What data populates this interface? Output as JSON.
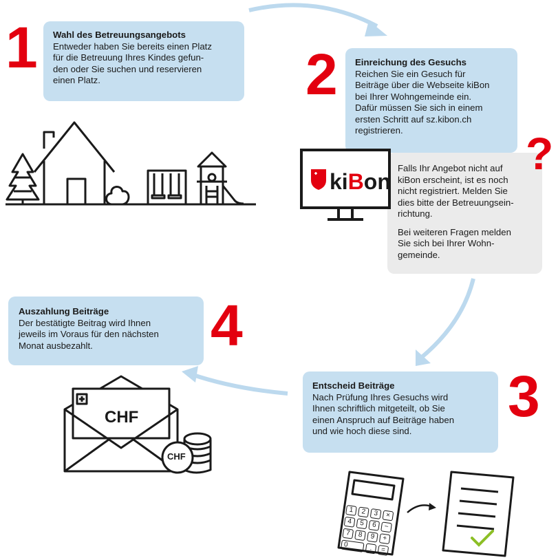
{
  "steps": [
    {
      "number": "1",
      "title": "Wahl des Betreuungsangebots",
      "lines": [
        "Entweder haben Sie bereits einen Platz",
        "für die Betreuung Ihres Kindes gefun-",
        "den oder Sie suchen und reservieren",
        "einen Platz."
      ]
    },
    {
      "number": "2",
      "title": "Einreichung des Gesuchs",
      "lines": [
        "Reichen Sie ein Gesuch für",
        "Beiträge über die Webseite kiBon",
        "bei Ihrer Wohngemeinde ein.",
        "Dafür müssen Sie sich in einem",
        "ersten Schritt auf sz.kibon.ch",
        "registrieren."
      ]
    },
    {
      "number": "3",
      "title": "Entscheid Beiträge",
      "lines": [
        "Nach Prüfung Ihres Gesuchs wird",
        "Ihnen schriftlich mitgeteilt, ob Sie",
        "einen Anspruch auf Beiträge haben",
        "und wie hoch diese sind."
      ]
    },
    {
      "number": "4",
      "title": "Auszahlung Beiträge",
      "lines": [
        "Der bestätigte Beitrag wird Ihnen",
        "jeweils im Voraus für den nächsten",
        "Monat ausbezahlt."
      ]
    }
  ],
  "help": {
    "mark": "?",
    "p1": [
      "Falls Ihr Angebot nicht auf",
      "kiBon erscheint, ist es noch",
      "nicht registriert. Melden Sie",
      "dies bitte der Betreuungsein-",
      "richtung."
    ],
    "p2": [
      "Bei weiteren Fragen melden",
      "Sie sich bei Ihrer Wohn-",
      "gemeinde."
    ]
  },
  "kibon": {
    "pre": "ki",
    "b": "B",
    "post": "on"
  },
  "envelope": {
    "note": "CHF",
    "coin": "CHF"
  },
  "calculator": {
    "keys": [
      "1",
      "2",
      "3",
      "×",
      "4",
      "5",
      "6",
      "−",
      "7",
      "8",
      "9",
      "+",
      "0",
      ".",
      "="
    ]
  },
  "colors": {
    "accent": "#e3000f",
    "box": "#c6dff0",
    "arrow": "#bcd9ee",
    "help_box": "#ebebeb",
    "check": "#8cbf26"
  }
}
